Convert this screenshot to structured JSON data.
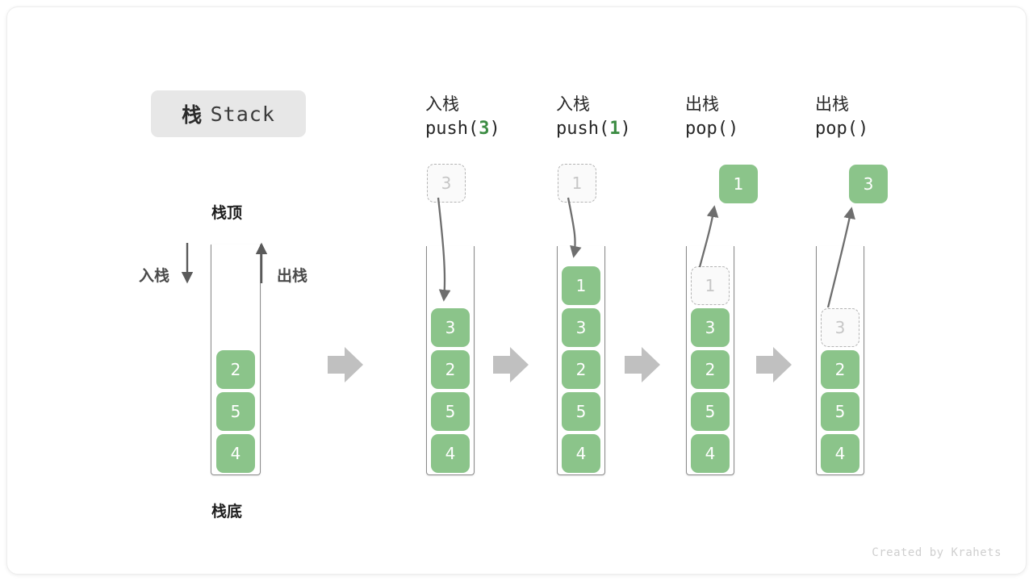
{
  "title": {
    "cn": "栈",
    "en": "Stack"
  },
  "labels": {
    "top": "栈顶",
    "bottom": "栈底",
    "push": "入栈",
    "pop": "出栈"
  },
  "colors": {
    "cell_green": "#8bc48a",
    "code_green": "#3c8c43",
    "arrow_gray": "#c0c0c0",
    "line_gray": "#6e6e6e",
    "badge_bg": "#e7e7e7"
  },
  "initial_stack": {
    "name": "stack-initial",
    "cells": [
      "2",
      "5",
      "4"
    ]
  },
  "steps": [
    {
      "id": "step-push-3",
      "head_cn": "入栈",
      "head_code_prefix": "push(",
      "head_code_num": "3",
      "head_code_suffix": ")",
      "floating_cell": "3",
      "floating_kind": "ghost",
      "cells": [
        "3",
        "2",
        "5",
        "4"
      ],
      "ghost_index": -1,
      "arrow_dir": "down"
    },
    {
      "id": "step-push-1",
      "head_cn": "入栈",
      "head_code_prefix": "push(",
      "head_code_num": "1",
      "head_code_suffix": ")",
      "floating_cell": "1",
      "floating_kind": "ghost",
      "cells": [
        "1",
        "3",
        "2",
        "5",
        "4"
      ],
      "ghost_index": -1,
      "arrow_dir": "down"
    },
    {
      "id": "step-pop-1",
      "head_cn": "出栈",
      "head_code_prefix": "pop(",
      "head_code_num": "",
      "head_code_suffix": ")",
      "floating_cell": "1",
      "floating_kind": "solid",
      "cells": [
        "1",
        "3",
        "2",
        "5",
        "4"
      ],
      "ghost_index": 0,
      "arrow_dir": "up"
    },
    {
      "id": "step-pop-3",
      "head_cn": "出栈",
      "head_code_prefix": "pop(",
      "head_code_num": "",
      "head_code_suffix": ")",
      "floating_cell": "3",
      "floating_kind": "solid",
      "cells": [
        "3",
        "2",
        "5",
        "4"
      ],
      "ghost_index": 0,
      "arrow_dir": "up"
    }
  ],
  "footer": "Created by Krahets"
}
